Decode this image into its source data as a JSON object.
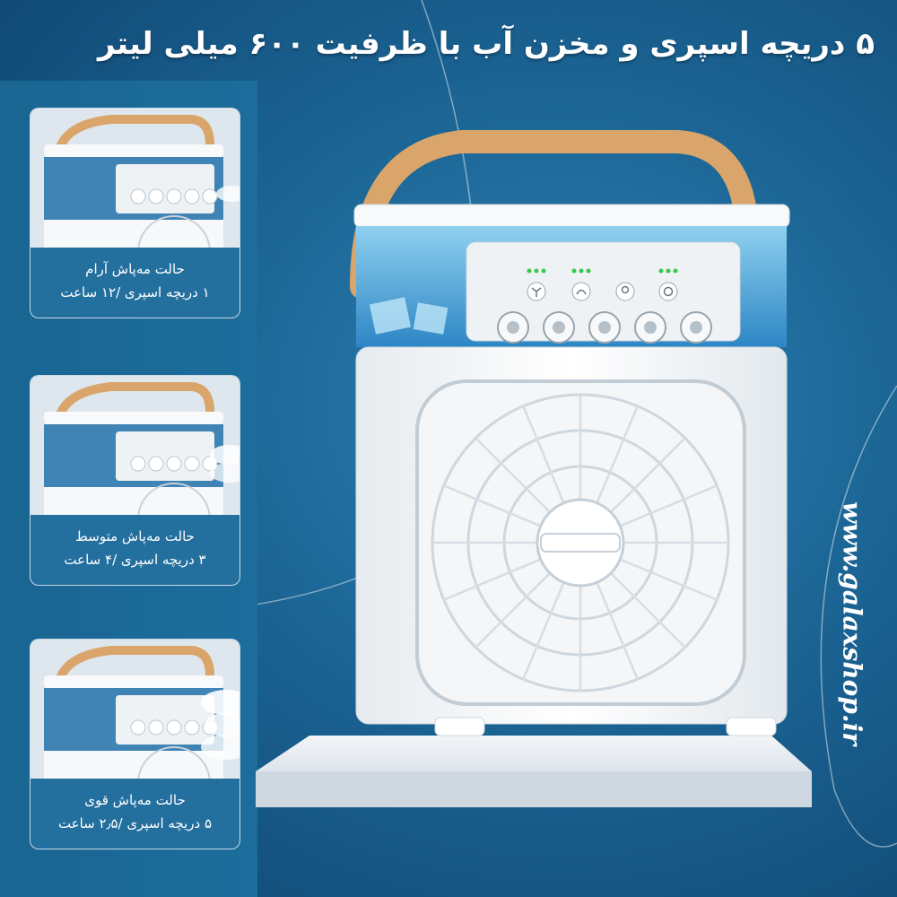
{
  "headline": "۵ دریچه اسپری و مخزن آب با ظرفیت ۶۰۰ میلی لیتر",
  "modes": [
    {
      "title": "حالت مه‌پاش آرام",
      "detail": "۱ دریچه اسپری /۱۲ ساعت"
    },
    {
      "title": "حالت مه‌پاش متوسط",
      "detail": "۳ دریچه اسپری /۴ ساعت"
    },
    {
      "title": "حالت مه‌پاش قوی",
      "detail": "۵ دریچه اسپری /۲٫۵ ساعت"
    }
  ],
  "watermark": "www.galaxshop.ir",
  "colors": {
    "background": "#1b6494",
    "panel": "#1c6d9c",
    "handle": "#d9a56a",
    "water": "#4fb3e3"
  },
  "icons": [
    "fan-icon",
    "mist-icon",
    "light-icon",
    "timer-icon"
  ]
}
